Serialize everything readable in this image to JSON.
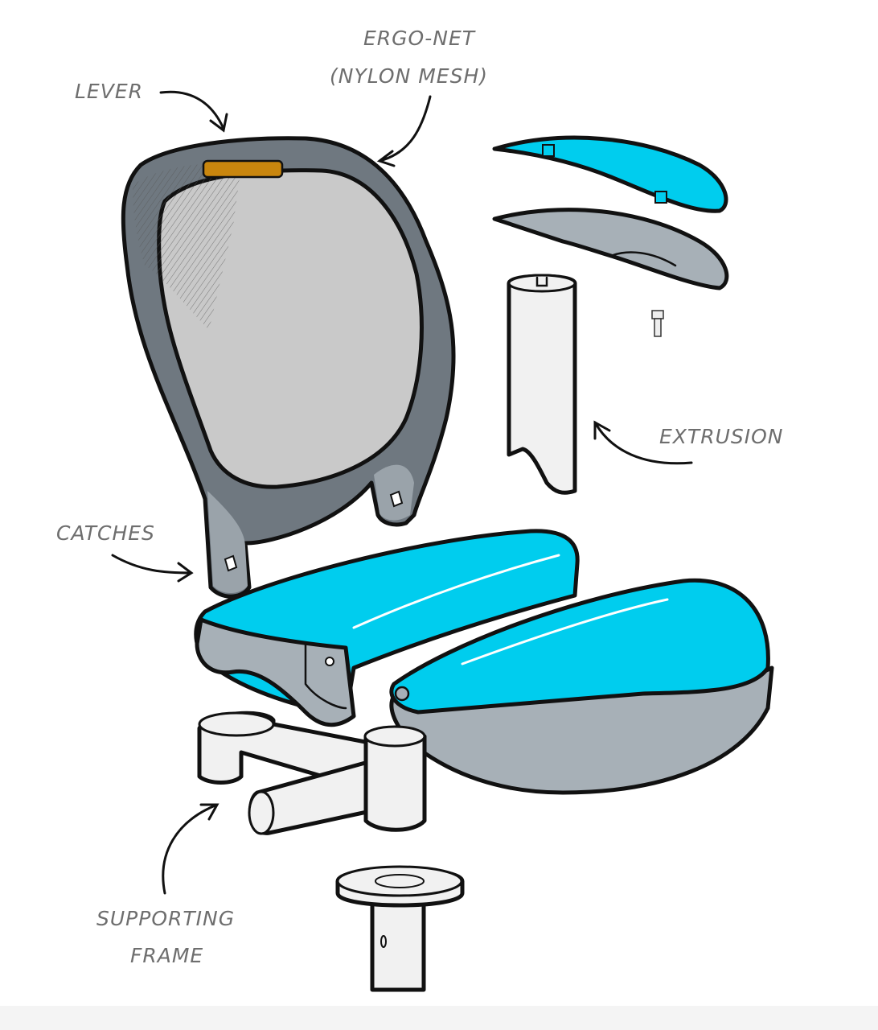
{
  "diagram": {
    "labels": {
      "lever": "LEVER",
      "ergo_net_line1": "ERGO-NET",
      "ergo_net_line2": "(NYLON MESH)",
      "extrusion": "EXTRUSION",
      "catches": "CATCHES",
      "supporting_frame_line1": "SUPPORTING",
      "supporting_frame_line2": "FRAME"
    },
    "colors": {
      "cushion_blue": "#00cdee",
      "frame_gray": "#6f7880",
      "mesh_gray": "#c9c9c9",
      "lever_orange": "#c9860e",
      "part_white": "#f1f1f1",
      "shell_gray": "#a7b0b7"
    }
  }
}
